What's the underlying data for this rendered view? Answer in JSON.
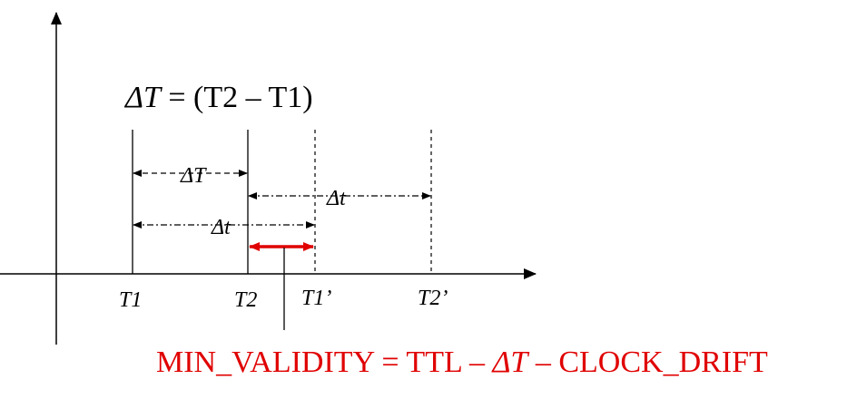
{
  "formula_top": {
    "delta_T": "ΔT",
    "rest": " = (T2 – T1)"
  },
  "time_labels": {
    "t1": "T1",
    "t2": "T2",
    "t1_prime": "T1’",
    "t2_prime": "T2’"
  },
  "intervals": {
    "delta_T": "ΔT",
    "delta_t_upper": "Δt",
    "delta_t_lower": "Δt"
  },
  "formula_bottom": {
    "part1": "MIN_VALIDITY = TTL – ",
    "delta_T": "ΔT",
    "part2": " – CLOCK_DRIFT"
  },
  "colors": {
    "highlight": "#e00000",
    "ink": "#000000"
  }
}
